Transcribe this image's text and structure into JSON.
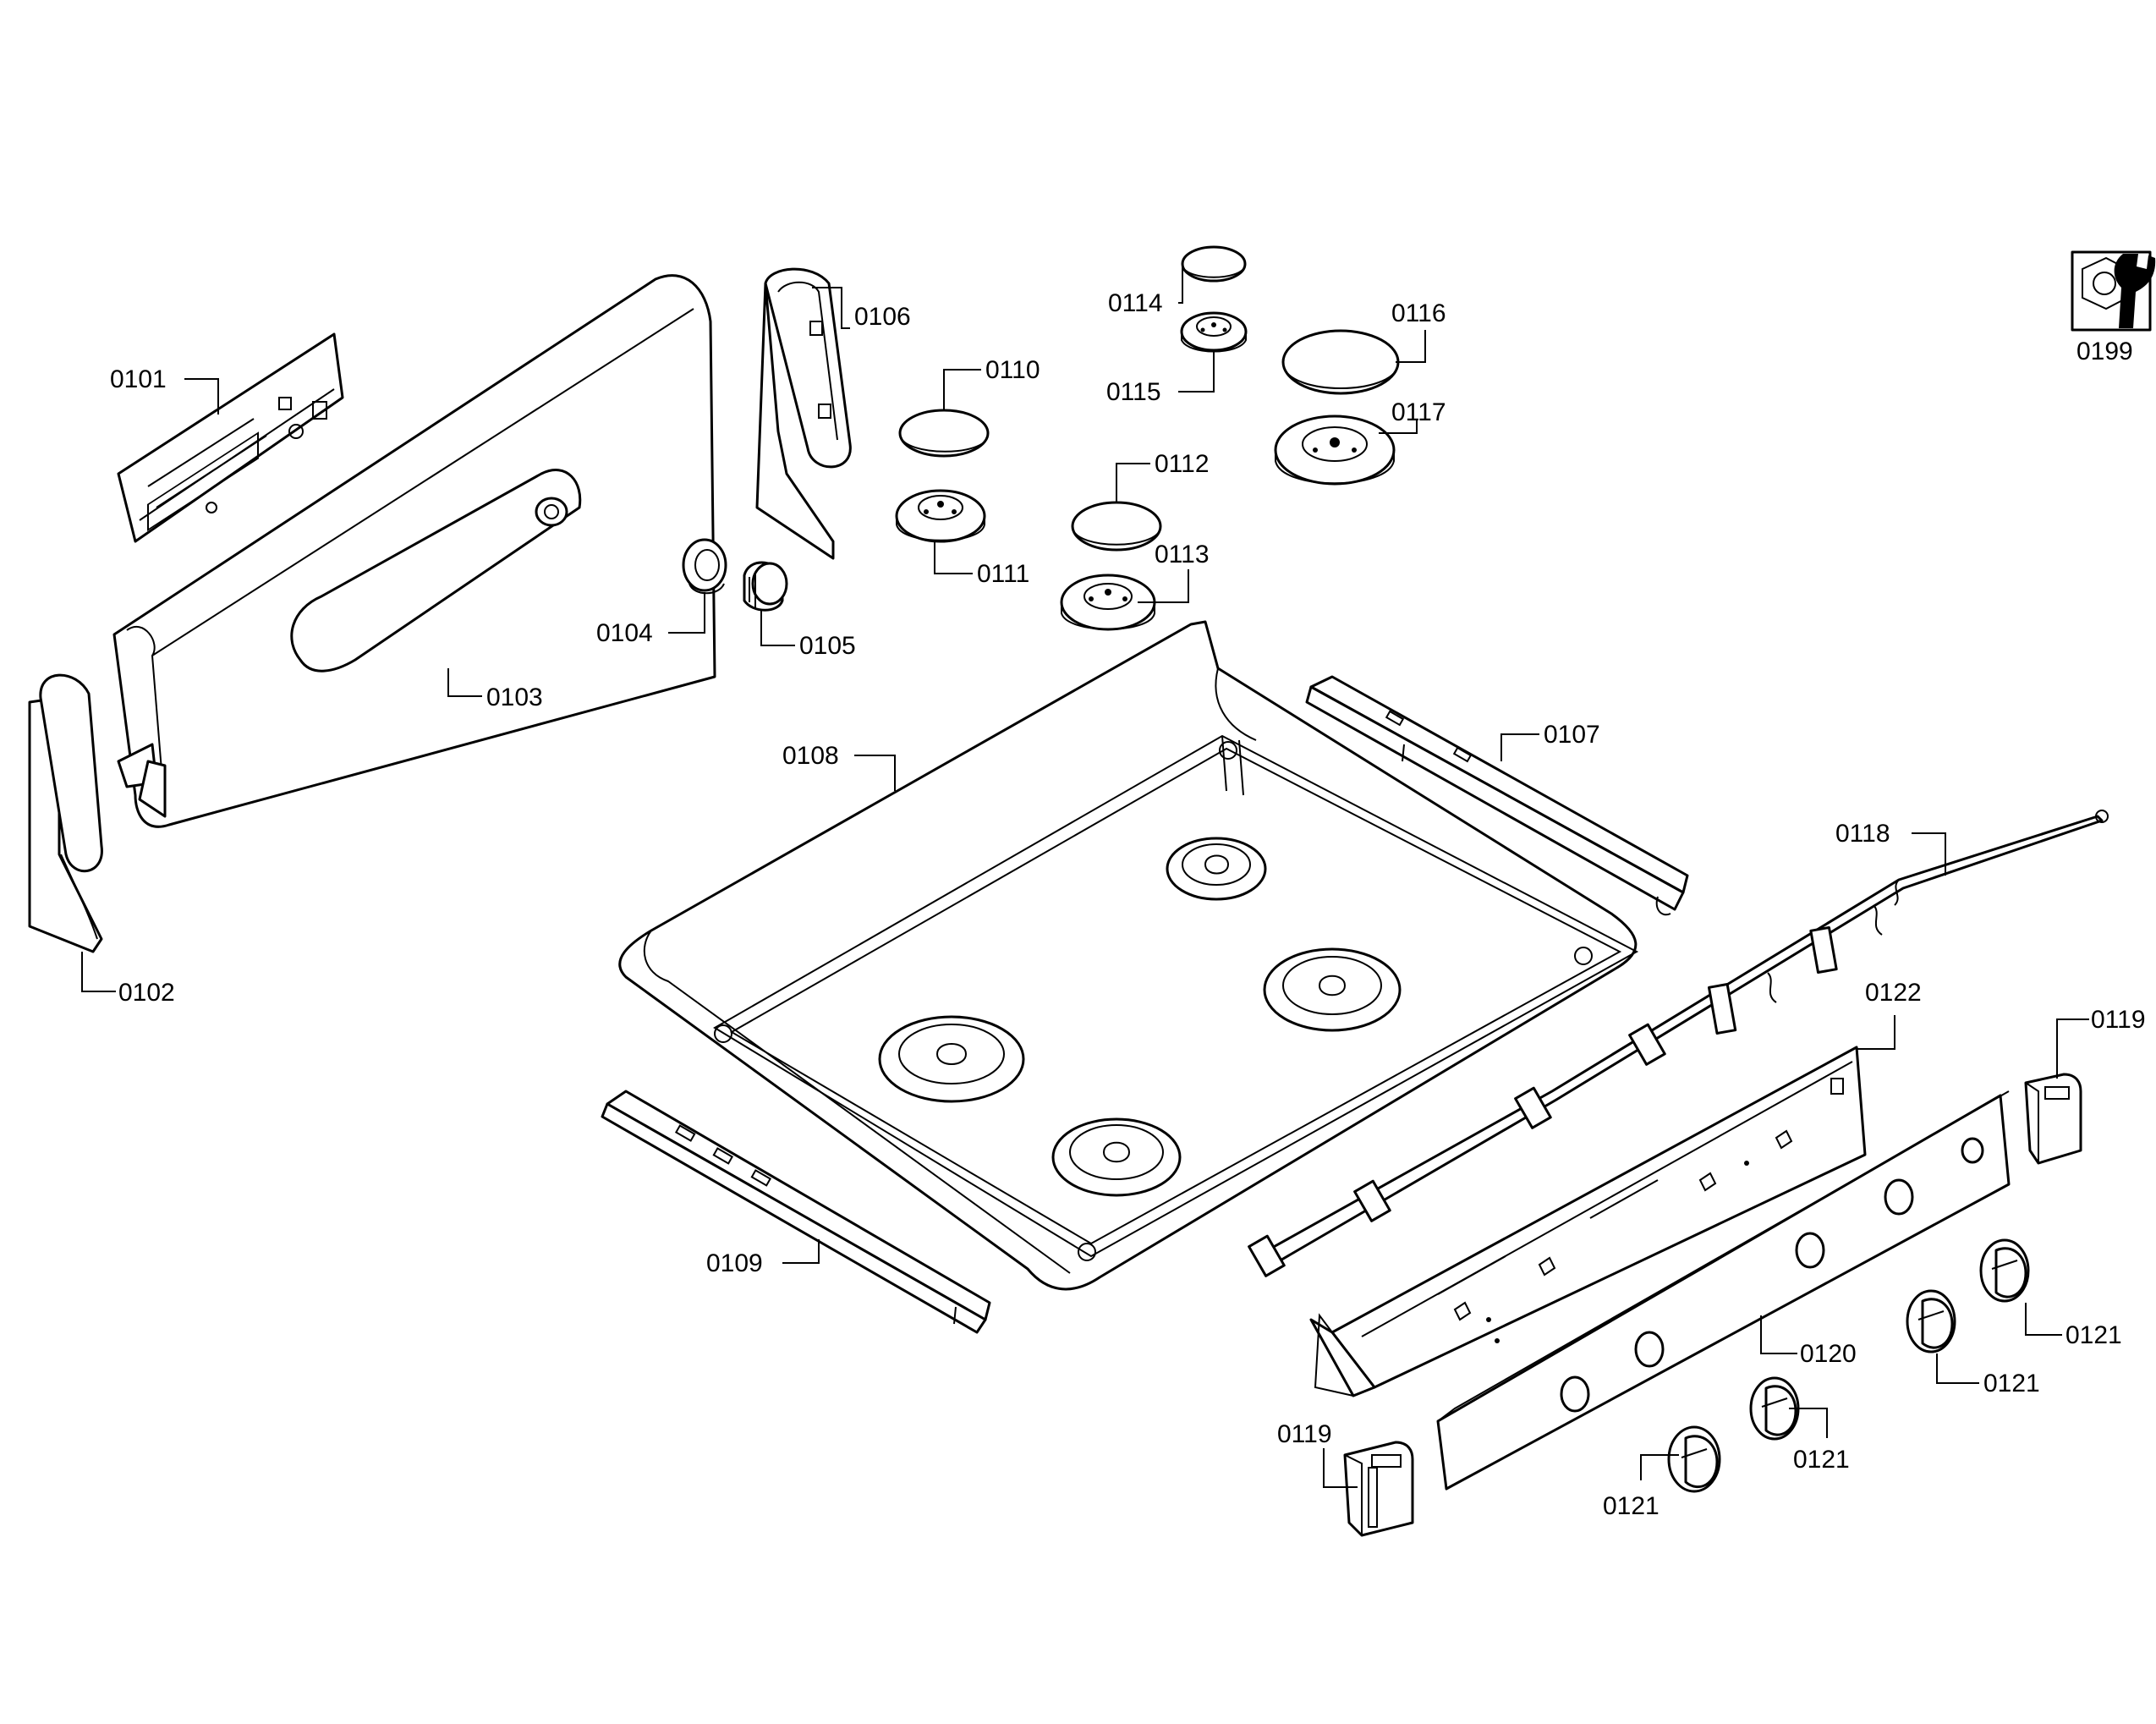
{
  "labels": {
    "p0101": "0101",
    "p0102": "0102",
    "p0103": "0103",
    "p0104": "0104",
    "p0105": "0105",
    "p0106": "0106",
    "p0107": "0107",
    "p0108": "0108",
    "p0109": "0109",
    "p0110": "0110",
    "p0111": "0111",
    "p0112": "0112",
    "p0113": "0113",
    "p0114": "0114",
    "p0115": "0115",
    "p0116": "0116",
    "p0117": "0117",
    "p0118": "0118",
    "p0119a": "0119",
    "p0119b": "0119",
    "p0120": "0120",
    "p0121a": "0121",
    "p0121b": "0121",
    "p0121c": "0121",
    "p0121d": "0121",
    "p0122": "0122",
    "p0199": "0199"
  },
  "icons": {
    "tool": "wrench-nut-icon"
  },
  "colors": {
    "line": "#000000",
    "background": "#ffffff"
  }
}
